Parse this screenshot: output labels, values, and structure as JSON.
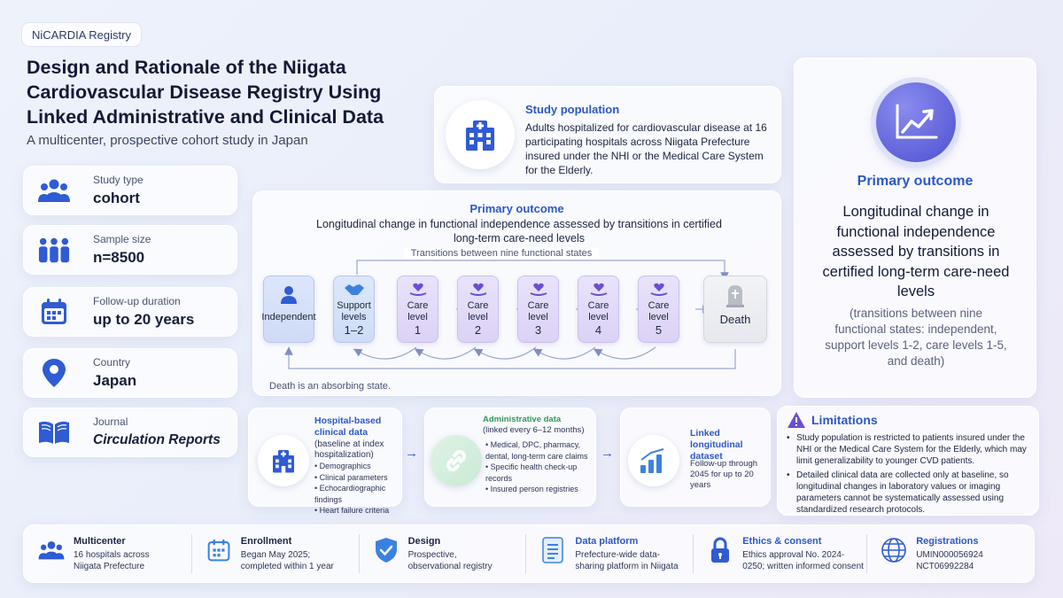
{
  "tag": "NiCARDIA Registry",
  "title": "Design and Rationale of the Niigata Cardiovascular Disease Registry Using Linked Administrative and Clinical Data",
  "subtitle": "A multicenter, prospective cohort study in Japan",
  "info": [
    {
      "label": "Study type",
      "value": "cohort",
      "icon": "people-group-icon"
    },
    {
      "label": "Sample size",
      "value": "n=8500",
      "icon": "crowd-icon"
    },
    {
      "label": "Follow-up duration",
      "value": "up to 20 years",
      "icon": "calendar-icon"
    },
    {
      "label": "Country",
      "value": "Japan",
      "icon": "location-pin-icon"
    },
    {
      "label": "Journal",
      "value": "Circulation Reports",
      "icon": "book-icon"
    }
  ],
  "population": {
    "title": "Study population",
    "text": "Adults hospitalized for cardiovascular disease at 16 participating hospitals across Niigata Prefecture insured under the NHI or the Medical Care System for the Elderly."
  },
  "flow": {
    "title": "Primary outcome",
    "description": "Longitudinal change in functional independence assessed by transitions in certified long-term care-need levels",
    "top_label": "Transitions between nine functional states",
    "states": [
      {
        "label": "Independent",
        "num": ""
      },
      {
        "label": "Support levels",
        "num": "1–2"
      },
      {
        "label": "Care level",
        "num": "1"
      },
      {
        "label": "Care level",
        "num": "2"
      },
      {
        "label": "Care level",
        "num": "3"
      },
      {
        "label": "Care level",
        "num": "4"
      },
      {
        "label": "Care level",
        "num": "5"
      },
      {
        "label": "Death",
        "num": ""
      }
    ],
    "note": "Death is an absorbing state."
  },
  "outcome": {
    "title": "Primary outcome",
    "main": "Longitudinal change in functional independence assessed by transitions in certified long-term care-need levels",
    "sub": "(transitions between nine functional states: independent, support levels 1-2, care levels 1-5, and death)"
  },
  "sources": {
    "hospital": {
      "title": "Hospital-based clinical data",
      "sub": "(baseline at index hospitalization)",
      "items": [
        "Demographics",
        "Clinical parameters",
        "Echocardiographic findings",
        "Heart failure criteria"
      ]
    },
    "admin": {
      "title": "Administrative data",
      "sub": "(linked every 6–12 months)",
      "items": [
        "Medical, DPC, pharmacy, dental, long-term care claims",
        "Specific health check-up records",
        "Insured person registries"
      ]
    },
    "linked": {
      "title": "Linked longitudinal dataset",
      "text": "Follow-up through 2045 for up to 20 years"
    }
  },
  "limitations": {
    "title": "Limitations",
    "items": [
      "Study population is restricted to patients insured under the NHI or the Medical Care System for the Elderly, which may limit generalizability to younger CVD patients.",
      "Detailed clinical data are collected only at baseline, so longitudinal changes in laboratory values or imaging parameters cannot be systematically assessed using standardized research protocols."
    ]
  },
  "footer": [
    {
      "title": "Multicenter",
      "text": "16 hospitals across Niigata Prefecture",
      "icon": "people-icon"
    },
    {
      "title": "Enrollment",
      "text": "Began May 2025; completed within 1 year",
      "icon": "calendar-icon"
    },
    {
      "title": "Design",
      "text": "Prospective, observational registry",
      "icon": "shield-check-icon"
    },
    {
      "title": "Data platform",
      "text": "Prefecture-wide data-sharing platform in Niigata",
      "icon": "document-icon"
    },
    {
      "title": "Ethics & consent",
      "text": "Ethics approval No. 2024-0250; written informed consent",
      "icon": "lock-icon"
    },
    {
      "title": "Registrations",
      "text": "UMIN000056924 NCT06992284",
      "icon": "globe-icon"
    }
  ],
  "colors": {
    "accent": "#2b57c7",
    "purple": "#6b4fd1",
    "green": "#2e9a57",
    "state_fill": "#dcd2f6",
    "outcome_circle": "#5b5ddc"
  }
}
